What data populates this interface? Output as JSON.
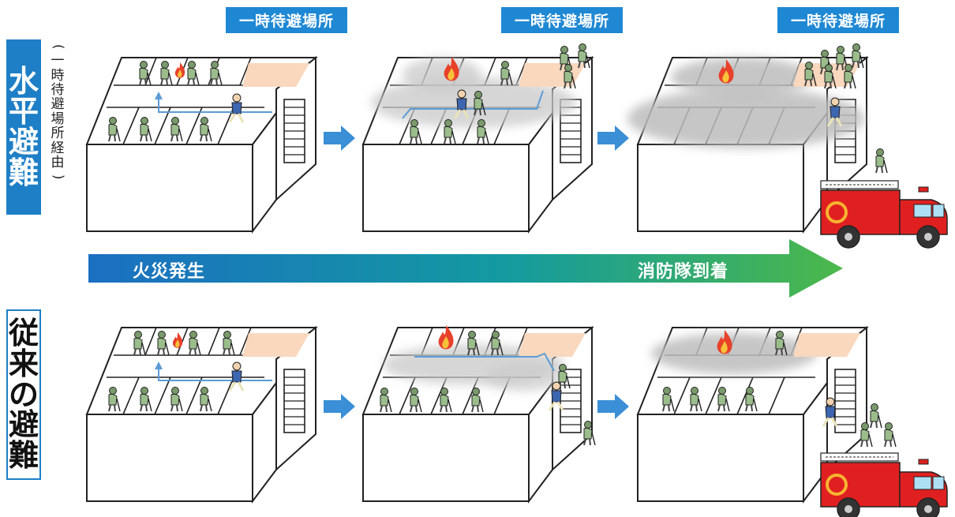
{
  "labels": {
    "horizontal": [
      "水",
      "平",
      "避",
      "難"
    ],
    "horizontal_sub": {
      "chars": [
        "一",
        "時",
        "待",
        "避",
        "場",
        "所",
        "経",
        "由"
      ],
      "open": "(",
      "close": ")"
    },
    "conventional": [
      "従",
      "来",
      "の",
      "避",
      "難"
    ]
  },
  "temporary_shelter_tags": [
    "一時待避場所",
    "一時待避場所",
    "一時待避場所"
  ],
  "timeline": {
    "start": "火災発生",
    "end": "消防隊到着"
  },
  "colors": {
    "label_blue": "#1e7fc6",
    "tag_blue": "#1e88d4",
    "arrow_blue": "#3a8fd6",
    "timeline_start": "#1b6fc2",
    "timeline_end": "#4cb84a",
    "shelter_zone": "#f9d8be",
    "smoke": "#c9c9c9",
    "fire_red": "#e8412a",
    "fire_orange": "#f7941e",
    "truck_red": "#e02020",
    "person_green": "#9bbd8c",
    "responder_blue": "#3d66b1"
  },
  "icons": {
    "arrow": "right-arrow-icon",
    "fire": "fire-icon",
    "truck": "fire-truck-icon",
    "person": "elderly-person-icon",
    "responder": "helper-person-icon"
  }
}
